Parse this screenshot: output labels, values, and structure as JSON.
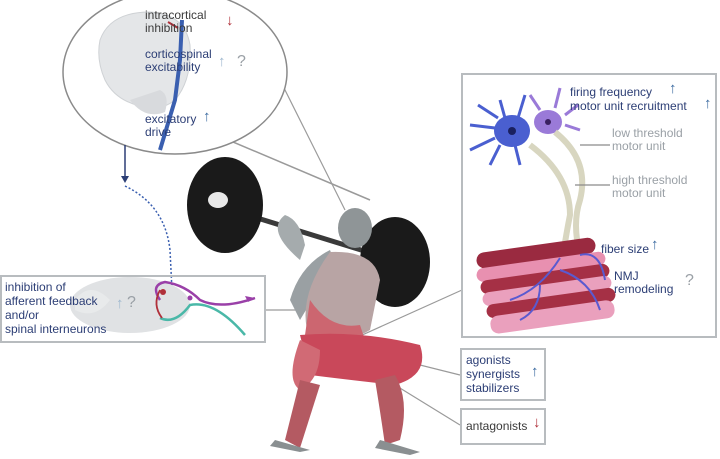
{
  "brain_inset": {
    "intracortical_line1": "intracortical",
    "intracortical_line2": "inhibition",
    "intracortical_arrow": "↓",
    "corticospinal_line1": "corticospinal",
    "corticospinal_line2": "excitability",
    "corticospinal_arrow": "↑",
    "corticospinal_q": "?",
    "excitatory_line1": "excitatory",
    "excitatory_line2": "drive",
    "excitatory_arrow": "↑"
  },
  "spinal_box": {
    "line1": "inhibition of",
    "line2": "afferent feedback",
    "line3": "and/or",
    "line4": "spinal interneurons",
    "arrow": "↑",
    "q": "?"
  },
  "motor_box": {
    "firing": "firing frequency",
    "firing_arrow": "↑",
    "recruitment": "motor unit recruitment",
    "recruitment_arrow": "↑",
    "low_line1": "low threshold",
    "low_line2": "motor unit",
    "high_line1": "high threshold",
    "high_line2": "motor unit",
    "fiber": "fiber size",
    "fiber_arrow": "↑",
    "nmj_line1": "NMJ",
    "nmj_line2": "remodeling",
    "nmj_q": "?"
  },
  "muscle_boxes": {
    "agonists": "agonists",
    "synergists": "synergists",
    "stabilizers": "stabilizers",
    "group_arrow": "↑",
    "antagonists": "antagonists",
    "antagonists_arrow": "↓"
  },
  "colors": {
    "navy_text": "#2c3e75",
    "up_arrow": "#3a6aa0",
    "down_arrow": "#b0303a",
    "muscle": "#c9485a",
    "muscle_light": "#e890b0",
    "neuron_blue": "#4a5fd0",
    "neuron_purple": "#9a7ad8"
  }
}
